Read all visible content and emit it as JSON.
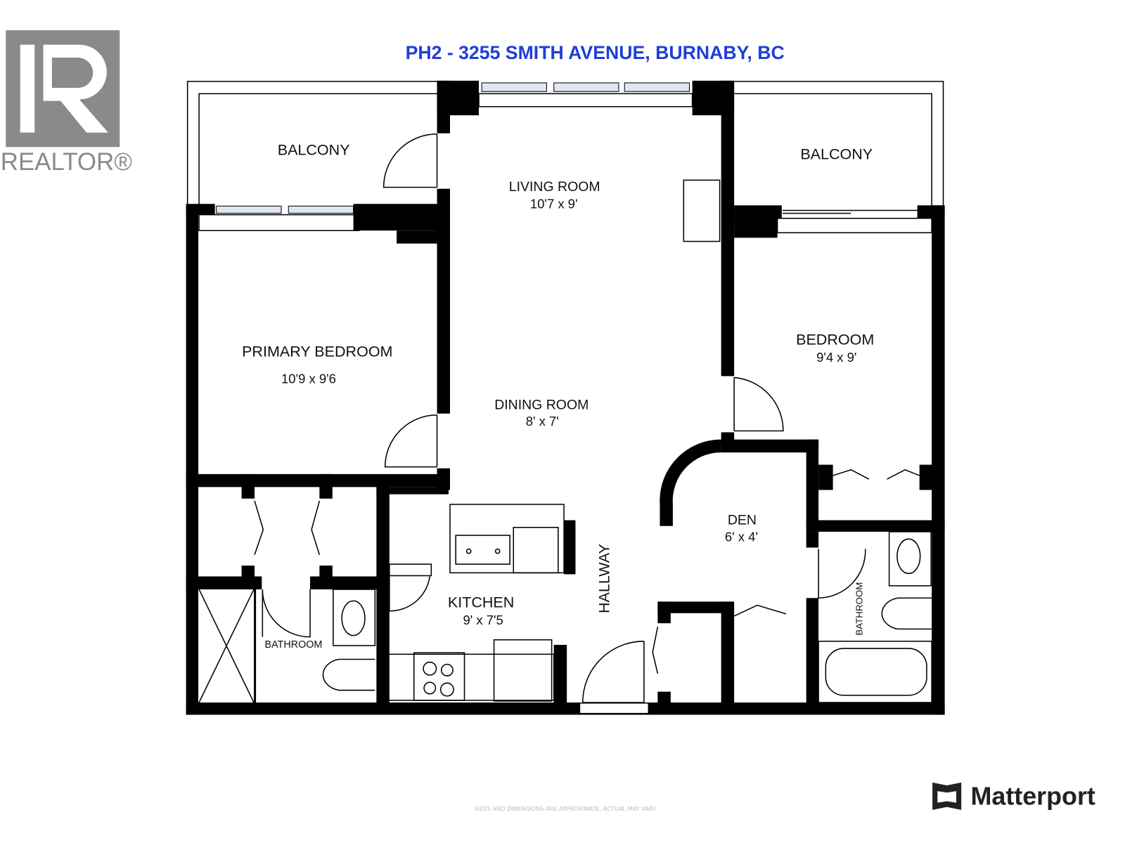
{
  "title": "PH2 - 3255 SMITH AVENUE, BURNABY, BC",
  "logos": {
    "realtor": "REALTOR®",
    "matterport": "Matterport"
  },
  "disclaimer": "SIZES AND DIMENSIONS ARE APPROXIMATE, ACTUAL MAY VARY.",
  "rooms": [
    {
      "name": "BALCONY",
      "dims": ""
    },
    {
      "name": "LIVING ROOM",
      "dims": "10'7 x 9'"
    },
    {
      "name": "BALCONY",
      "dims": ""
    },
    {
      "name": "PRIMARY BEDROOM",
      "dims": "10'9 x 9'6"
    },
    {
      "name": "DINING ROOM",
      "dims": "8' x 7'"
    },
    {
      "name": "BEDROOM",
      "dims": "9'4 x 9'"
    },
    {
      "name": "DEN",
      "dims": "6' x 4'"
    },
    {
      "name": "KITCHEN",
      "dims": "9' x 7'5"
    },
    {
      "name": "HALLWAY",
      "dims": ""
    },
    {
      "name": "BATHROOM",
      "dims": ""
    },
    {
      "name": "BATHROOM",
      "dims": ""
    }
  ],
  "colors": {
    "title": "#1f3fd6",
    "wall": "#000000",
    "logo_gray": "#8a8a8a"
  }
}
